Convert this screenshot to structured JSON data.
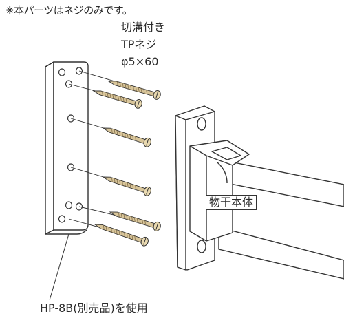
{
  "note": "※本パーツはネジのみです。",
  "screw_spec": {
    "line1": "切溝付き",
    "line2": "TPネジ",
    "line3": "φ5×60"
  },
  "labels": {
    "main_body": "物干本体",
    "bracket_part": "HP-8B(別売品)を使用"
  },
  "colors": {
    "line": "#333333",
    "fill": "#ffffff",
    "screw_body": "#d8c59a",
    "screw_thread": "#8a7650",
    "screw_head": "#e9d9b0"
  }
}
